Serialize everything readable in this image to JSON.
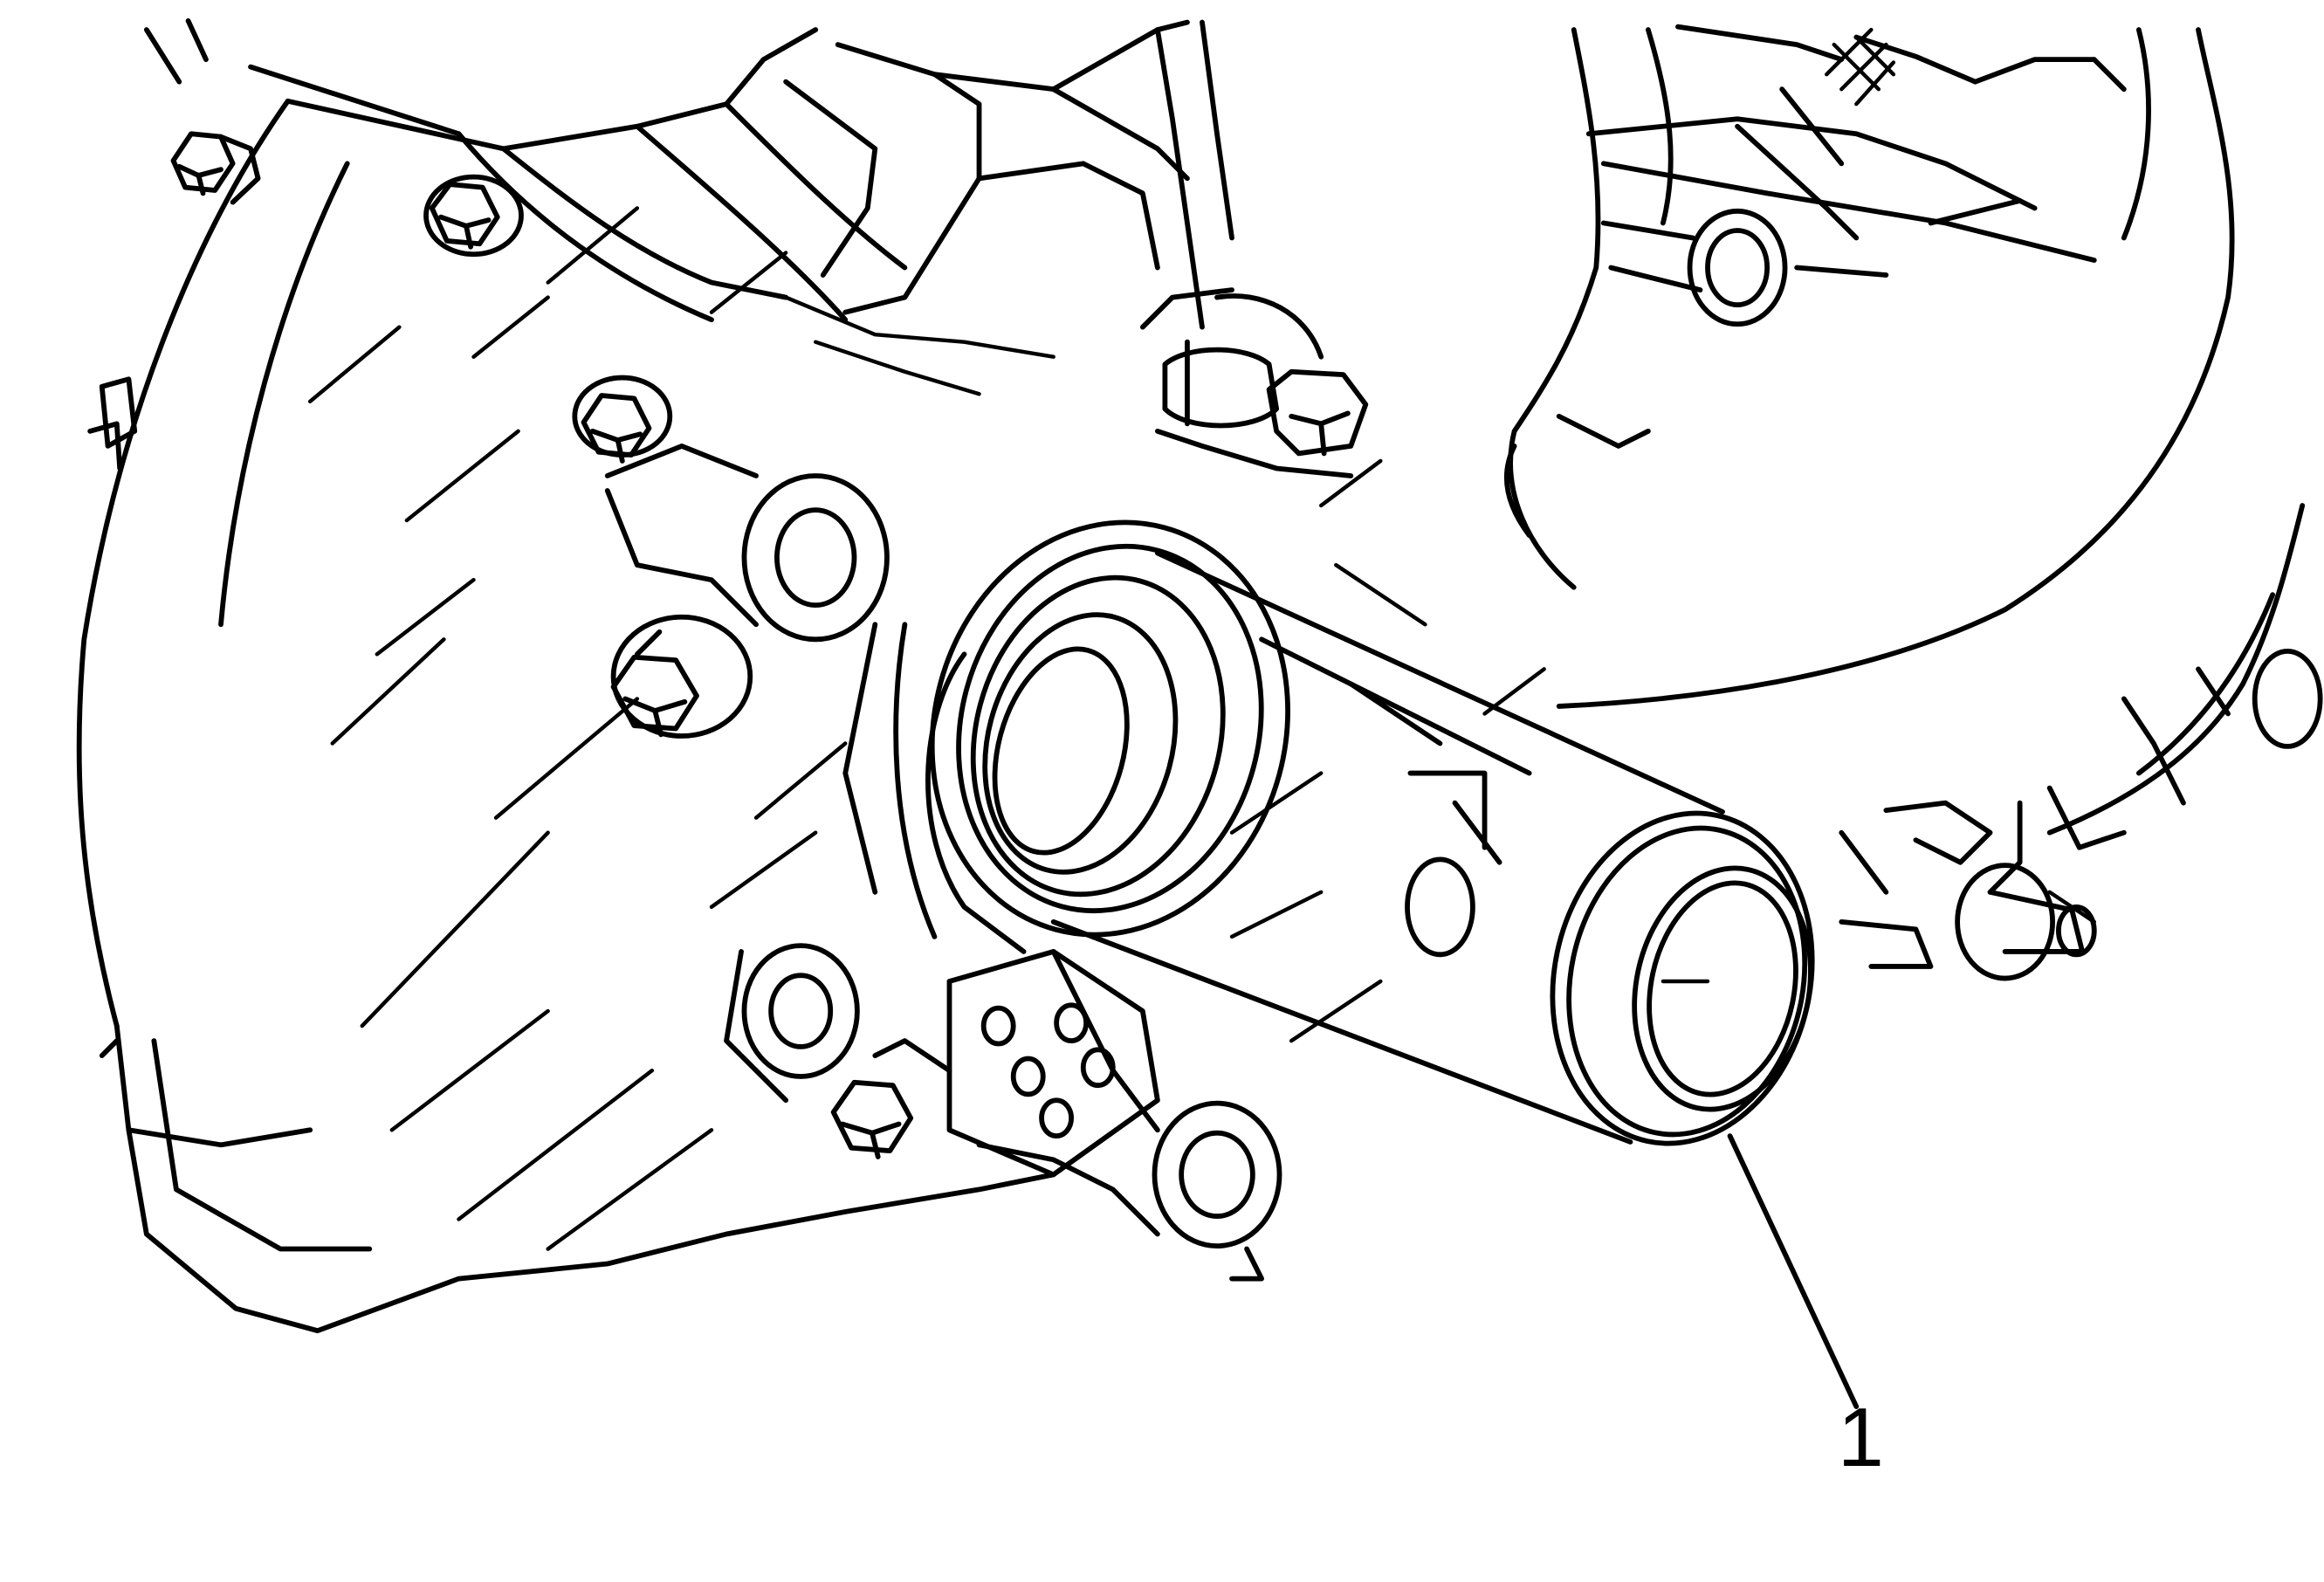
{
  "figure": {
    "subject": "line-art",
    "callouts": [
      {
        "id": "1",
        "label": "1"
      }
    ]
  }
}
